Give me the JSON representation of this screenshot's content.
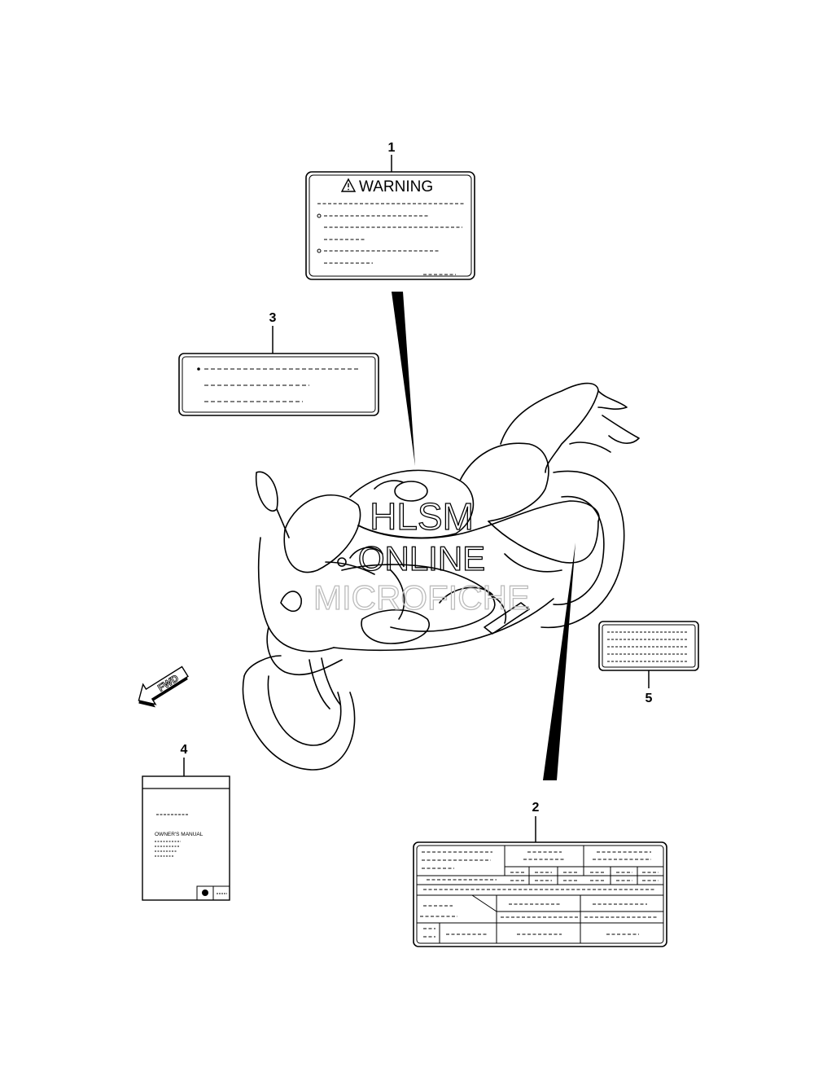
{
  "callouts": {
    "n1": "1",
    "n2": "2",
    "n3": "3",
    "n4": "4",
    "n5": "5"
  },
  "warning_label": {
    "title": "WARNING"
  },
  "owners_manual": {
    "title": "OWNER'S MANUAL"
  },
  "fwd_arrow": {
    "text": "FWD"
  },
  "watermark": {
    "line1": "HLSM",
    "line2": "ONLINE",
    "line3": "MICROFICHE"
  },
  "colors": {
    "line": "#000000",
    "watermark": "#c8c8c8",
    "background": "#ffffff"
  }
}
